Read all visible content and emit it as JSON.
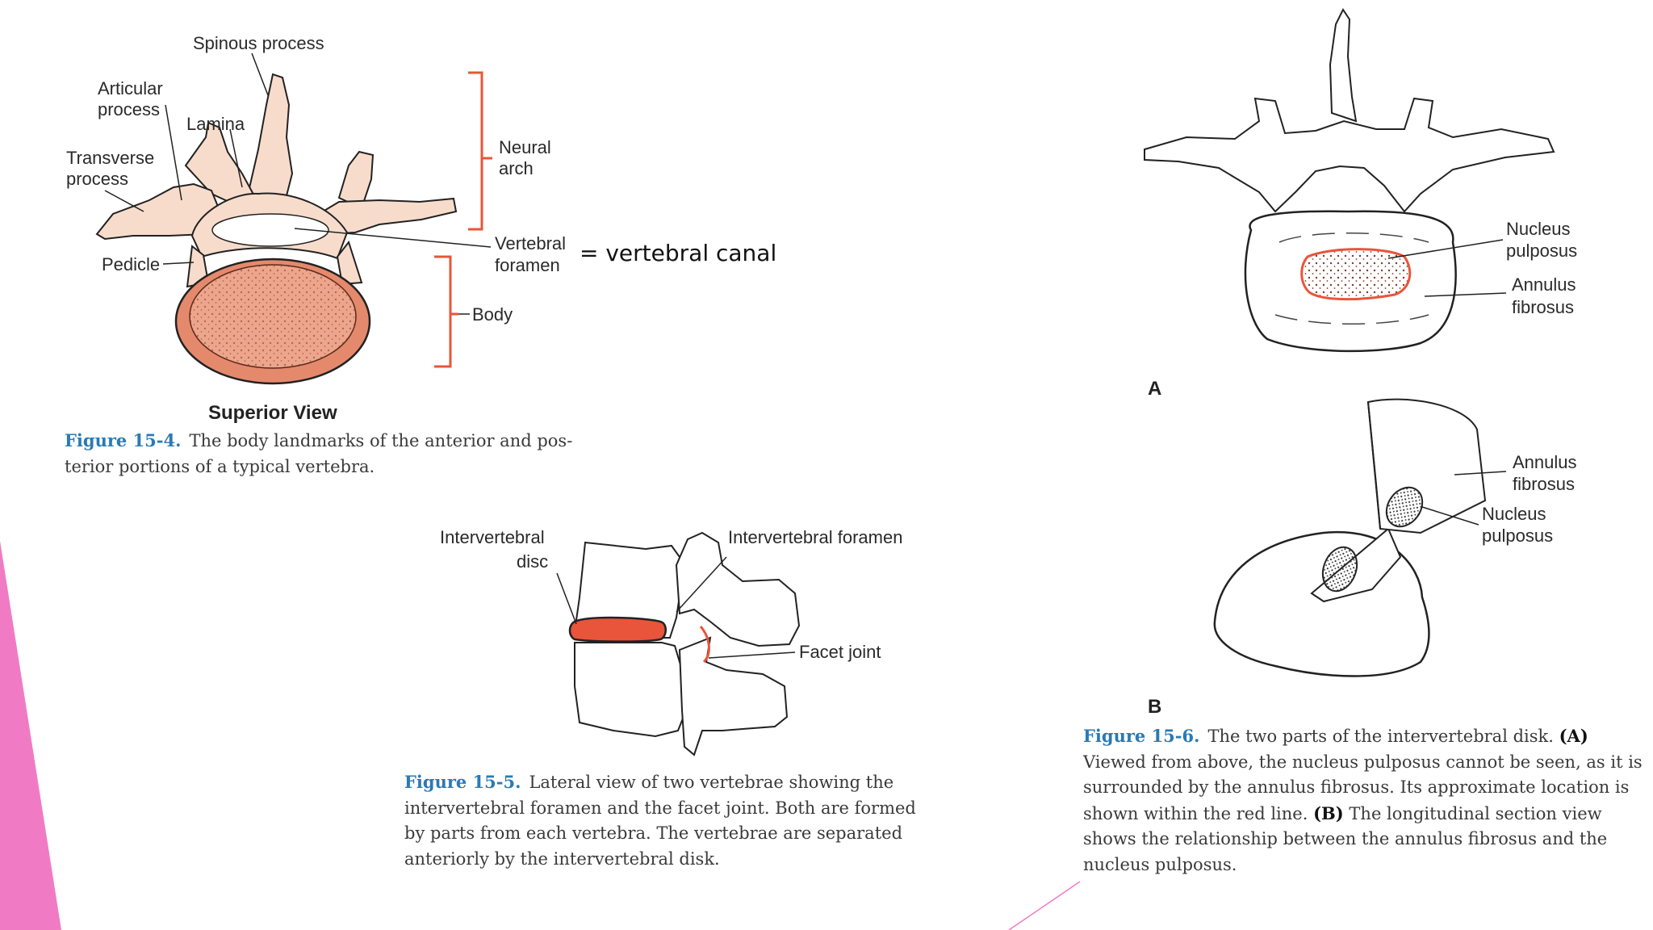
{
  "accent_color": "#f07bc4",
  "highlight_color": "#e8553a",
  "figure_4": {
    "labels": {
      "spinous": "Spinous process",
      "articular_1": "Articular",
      "articular_2": "process",
      "lamina": "Lamina",
      "transverse_1": "Transverse",
      "transverse_2": "process",
      "pedicle": "Pedicle",
      "neural_1": "Neural",
      "neural_2": "arch",
      "foramen_1": "Vertebral",
      "foramen_2": "foramen",
      "body": "Body",
      "view": "Superior View"
    },
    "annotation": "= vertebral canal",
    "caption_fig": "Figure 15-4.",
    "caption_text": "The body landmarks of the anterior and pos-terior portions of a typical vertebra."
  },
  "figure_5": {
    "labels": {
      "disc_1": "Intervertebral",
      "disc_2": "disc",
      "foramen": "Intervertebral foramen",
      "facet": "Facet joint"
    },
    "caption_fig": "Figure 15-5.",
    "caption_text": "Lateral view of two vertebrae showing the intervertebral foramen and the facet joint. Both are formed by parts from each vertebra. The vertebrae are separated anteriorly by the intervertebral disk."
  },
  "figure_6": {
    "labels": {
      "a_nucleus_1": "Nucleus",
      "a_nucleus_2": "pulposus",
      "a_annulus_1": "Annulus",
      "a_annulus_2": "fibrosus",
      "panel_a": "A",
      "b_annulus_1": "Annulus",
      "b_annulus_2": "fibrosus",
      "b_nucleus_1": "Nucleus",
      "b_nucleus_2": "pulposus",
      "panel_b": "B"
    },
    "caption_fig": "Figure 15-6.",
    "caption_intro": "The two parts of the intervertebral disk.",
    "caption_a_tag": "(A)",
    "caption_a": "Viewed from above, the nucleus pulposus cannot be seen, as it is surrounded by the annulus fibrosus. Its approximate location is shown within the red line.",
    "caption_b_tag": "(B)",
    "caption_b": "The longitudinal section view shows the relationship between the annulus fibrosus and the nucleus pulposus."
  }
}
